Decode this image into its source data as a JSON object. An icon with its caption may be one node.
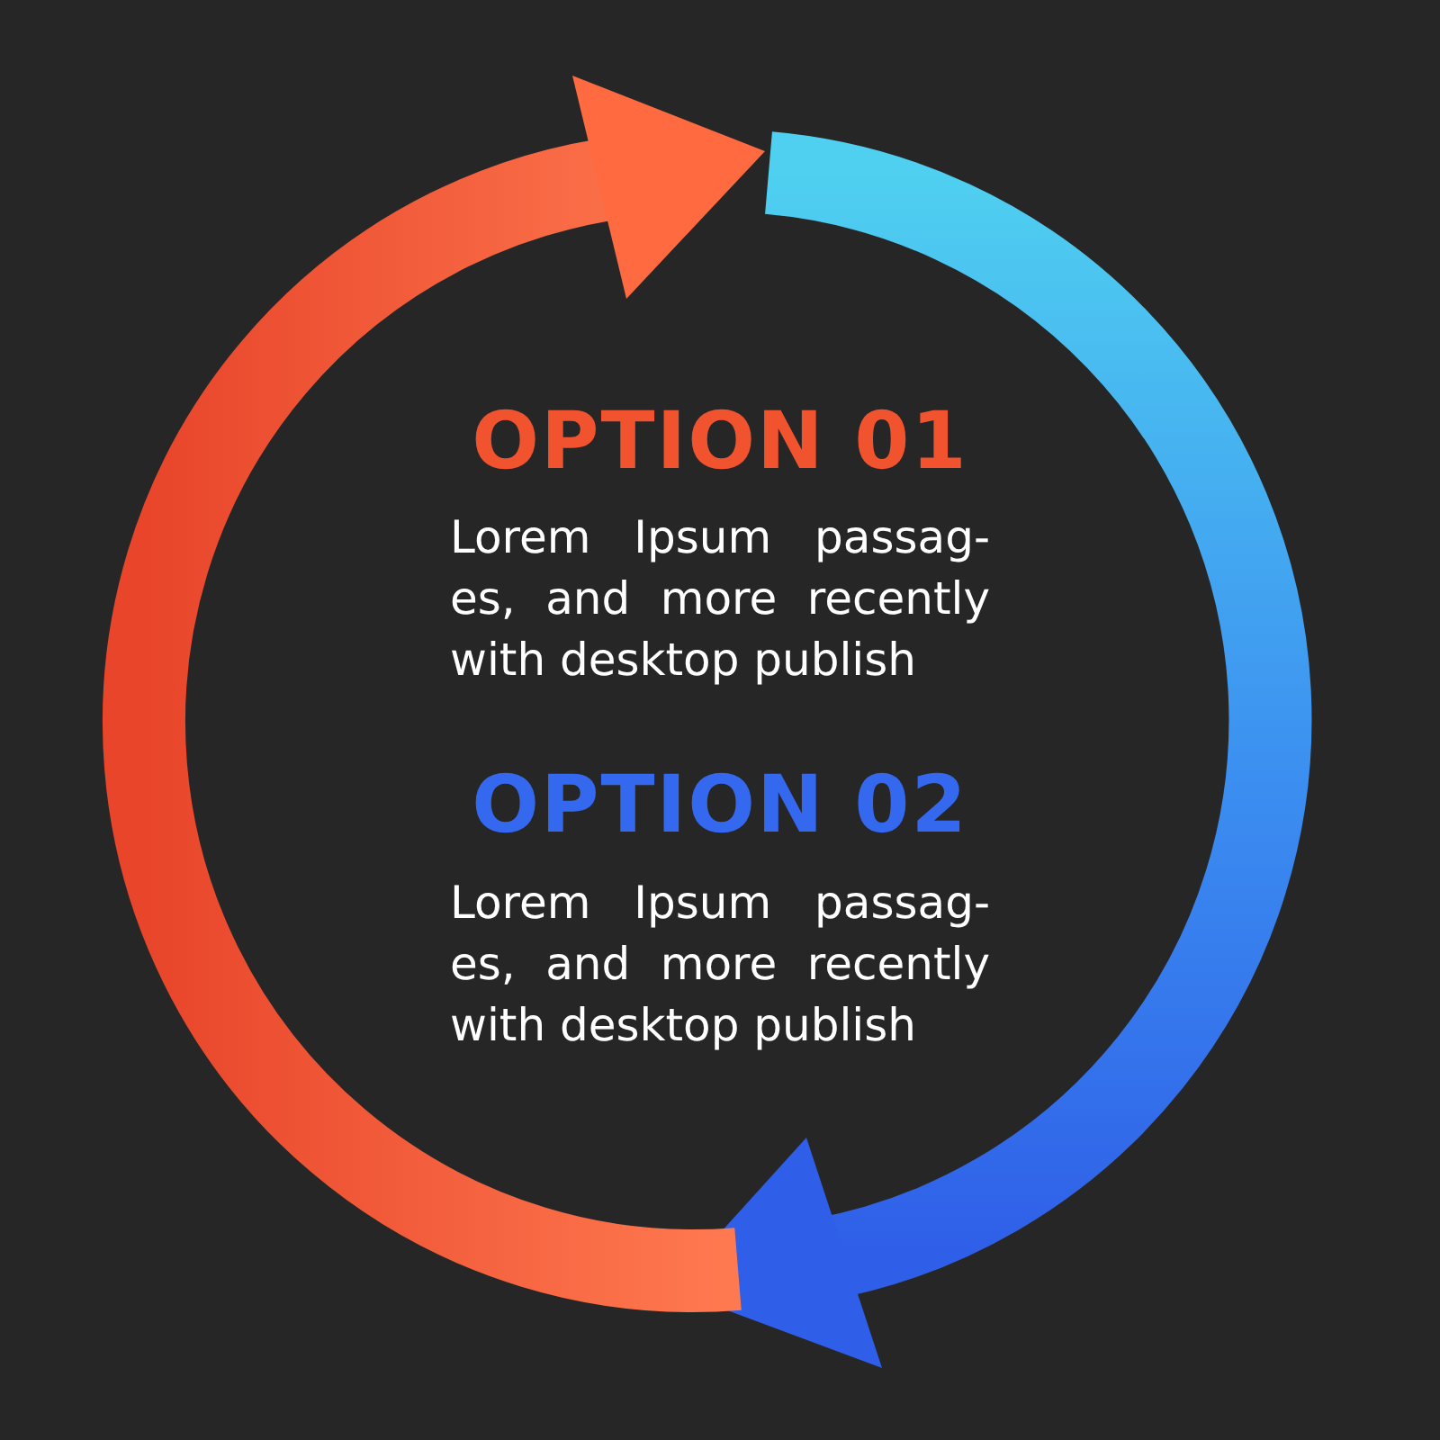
{
  "diagram": {
    "labels": [
      "OPTION 01",
      "Lorem Ipsum passag- es, and more recently with desktop publish",
      "OPTION 02",
      "Lorem Ipsum passag- es, and more recently with desktop publish"
    ]
  }
}
